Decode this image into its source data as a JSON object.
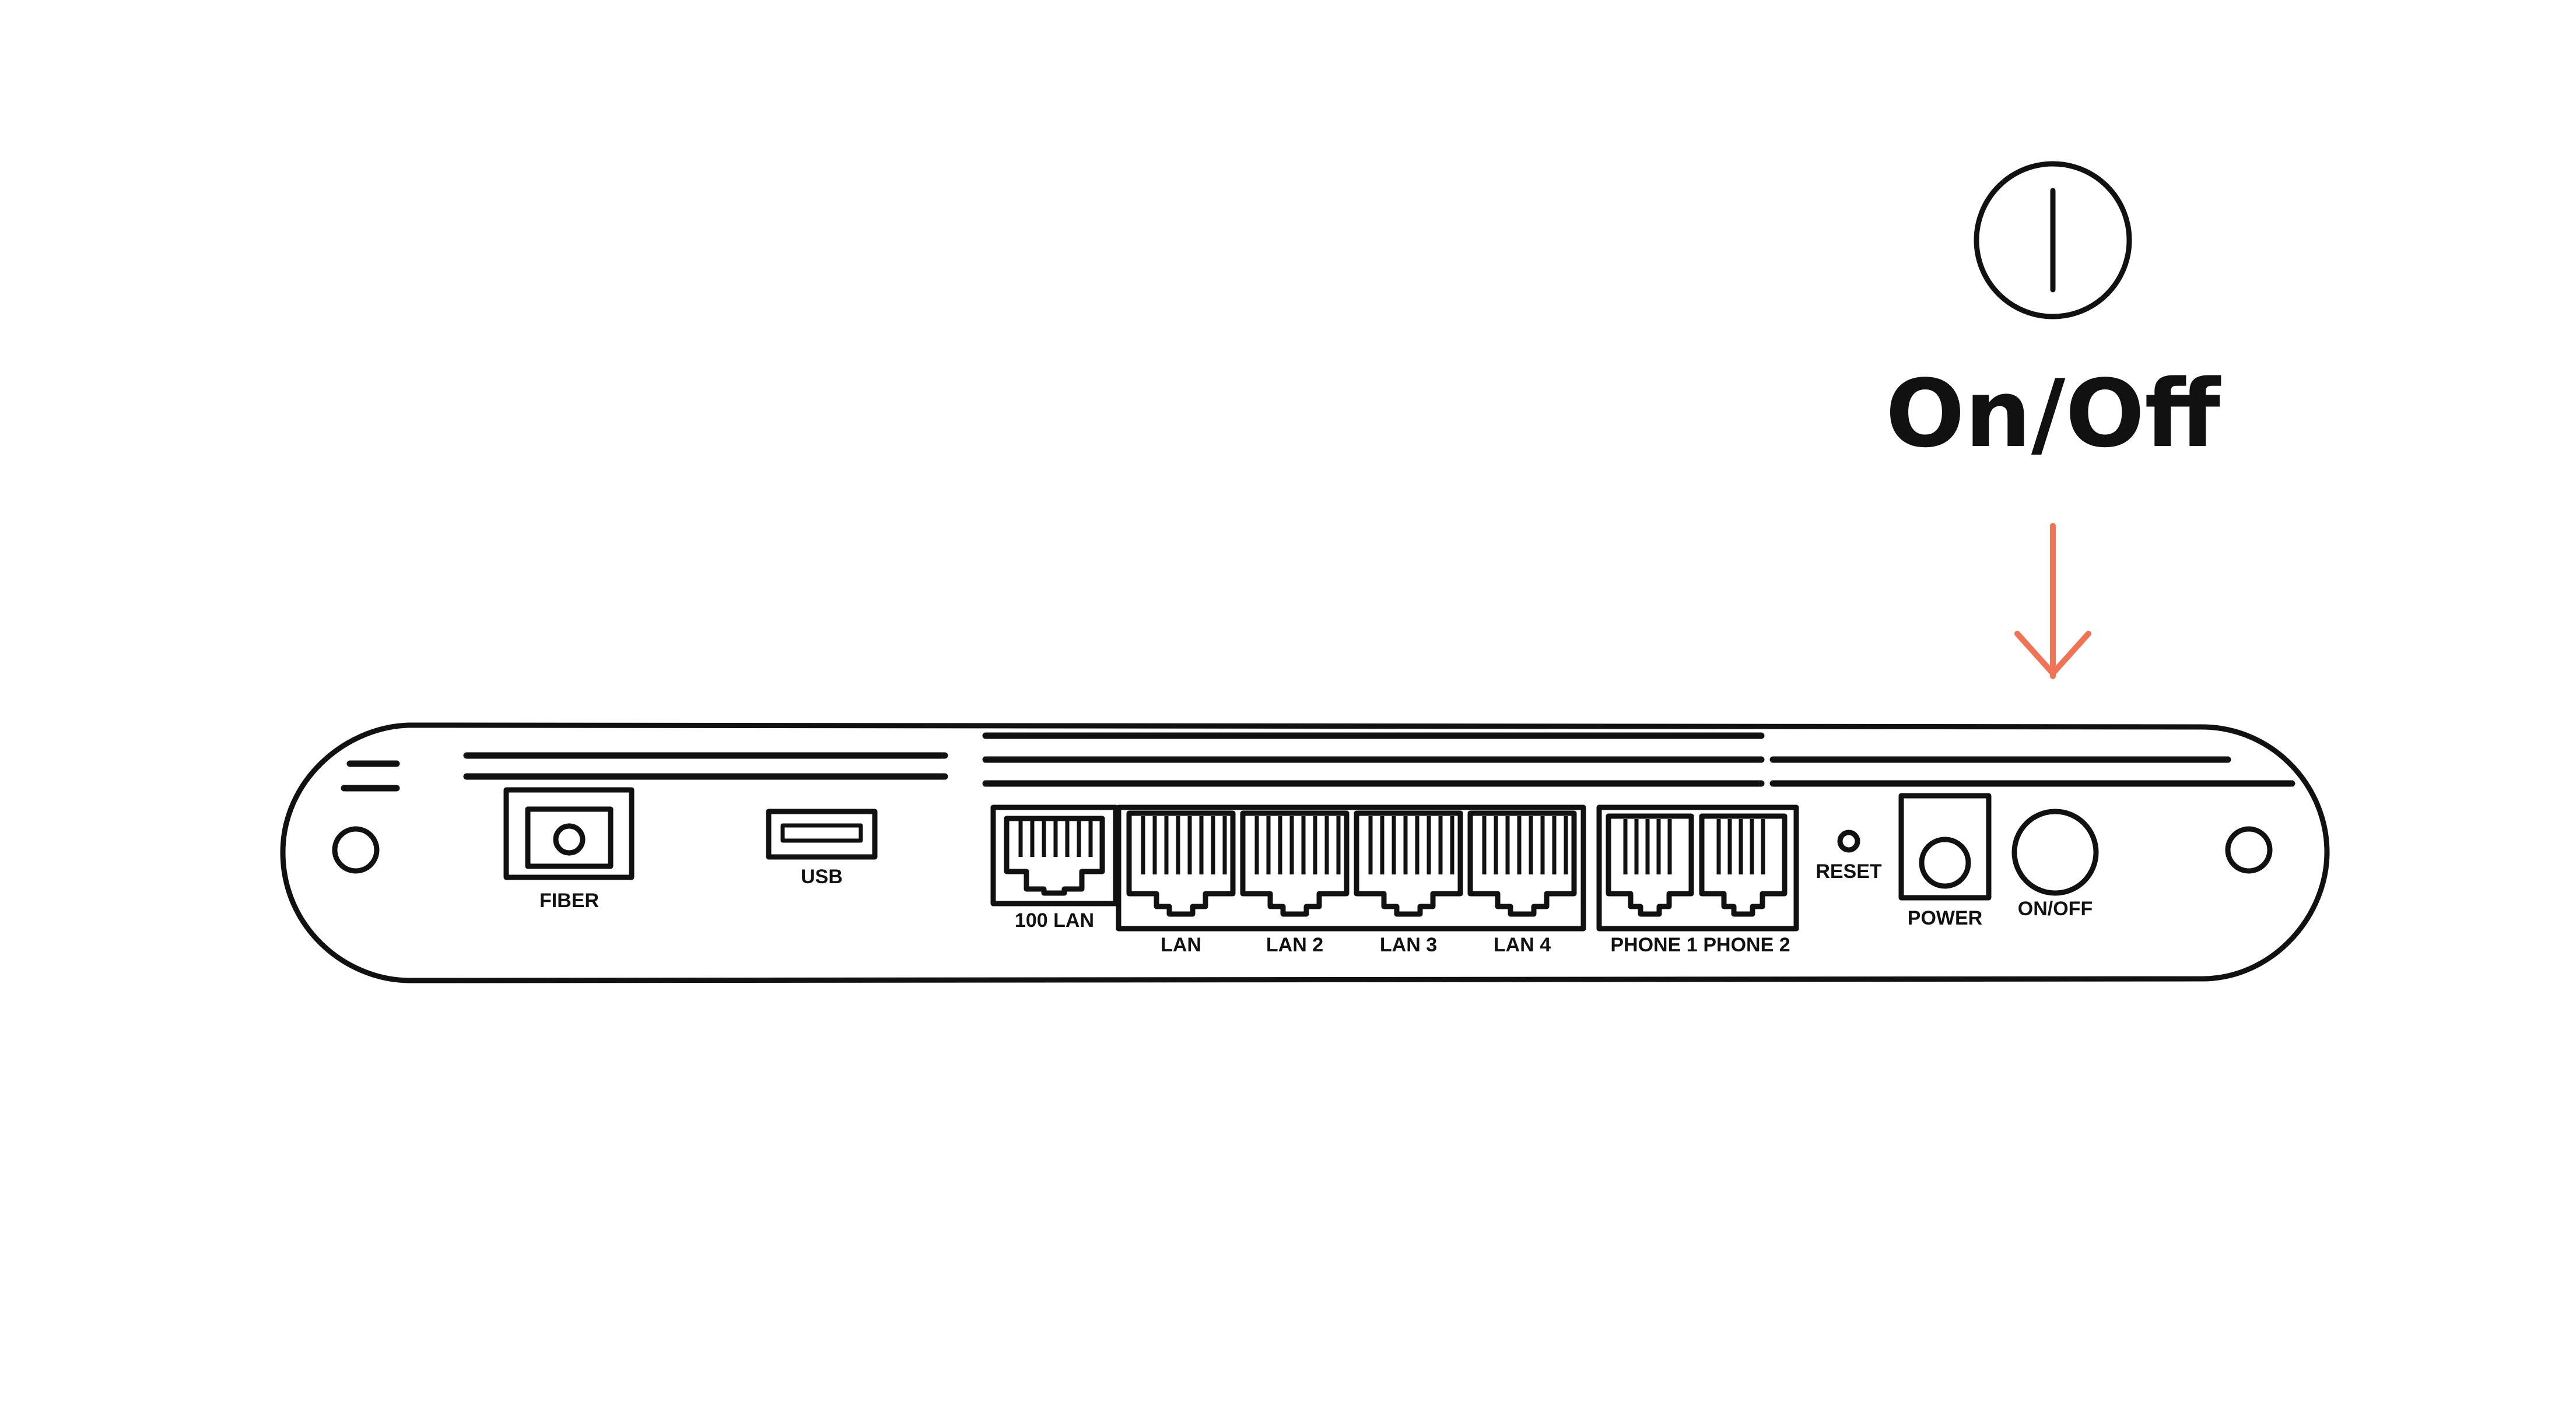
{
  "headline": {
    "label": "On/Off",
    "icon": "power-symbol-icon"
  },
  "pointer": {
    "icon": "arrow-down-icon",
    "color": "#EE7455"
  },
  "device": {
    "ink_color": "#111111",
    "ports": {
      "fiber": "FIBER",
      "usb": "USB",
      "lan100": "100 LAN",
      "lan1": "LAN",
      "lan2": "LAN 2",
      "lan3": "LAN 3",
      "lan4": "LAN 4",
      "phone1": "PHONE 1",
      "phone2": "PHONE 2",
      "reset": "RESET",
      "power": "POWER",
      "onoff": "ON/OFF"
    }
  }
}
